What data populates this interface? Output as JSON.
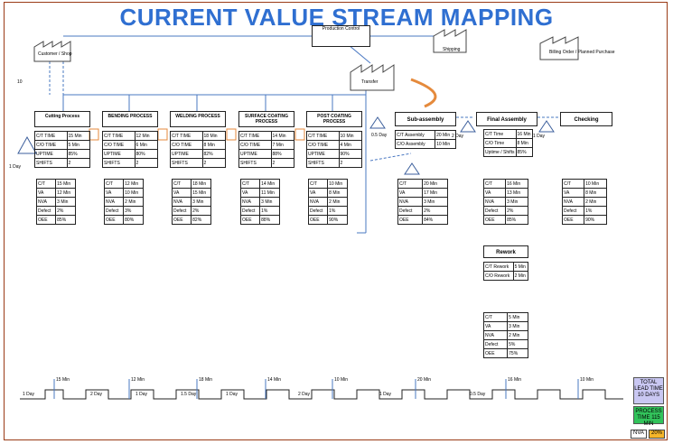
{
  "title": "CURRENT VALUE STREAM MAPPING",
  "production_control": "Production Control",
  "customer_box": "Customer / Shop",
  "supplier_box": "Shipping",
  "right_supplier": "Billing Order / Planned Purchase",
  "warehouse": "Transfer",
  "left_marker": "10",
  "processes": [
    {
      "name": "Cutting Process",
      "rows": [
        [
          "C/T TIME",
          "15 Min"
        ],
        [
          "C/O TIME",
          "5 Min"
        ],
        [
          "UPTIME",
          "85%"
        ],
        [
          "SHIFTS",
          "2"
        ]
      ],
      "metrics": [
        [
          "C/T",
          "15 Min"
        ],
        [
          "VA",
          "12 Min"
        ],
        [
          "NVA",
          "3 Min"
        ],
        [
          "Defect",
          "2%"
        ],
        [
          "OEE",
          "85%"
        ]
      ]
    },
    {
      "name": "BENDING PROCESS",
      "rows": [
        [
          "C/T TIME",
          "12 Min"
        ],
        [
          "C/O TIME",
          "6 Min"
        ],
        [
          "UPTIME",
          "80%"
        ],
        [
          "SHIFTS",
          "2"
        ]
      ],
      "metrics": [
        [
          "C/T",
          "12 Min"
        ],
        [
          "VA",
          "10 Min"
        ],
        [
          "NVA",
          "2 Min"
        ],
        [
          "Defect",
          "3%"
        ],
        [
          "OEE",
          "80%"
        ]
      ]
    },
    {
      "name": "WELDING PROCESS",
      "rows": [
        [
          "C/T TIME",
          "18 Min"
        ],
        [
          "C/O TIME",
          "8 Min"
        ],
        [
          "UPTIME",
          "82%"
        ],
        [
          "SHIFTS",
          "2"
        ]
      ],
      "metrics": [
        [
          "C/T",
          "18 Min"
        ],
        [
          "VA",
          "15 Min"
        ],
        [
          "NVA",
          "3 Min"
        ],
        [
          "Defect",
          "2%"
        ],
        [
          "OEE",
          "82%"
        ]
      ]
    },
    {
      "name": "SURFACE COATING PROCESS",
      "rows": [
        [
          "C/T TIME",
          "14 Min"
        ],
        [
          "C/O TIME",
          "7 Min"
        ],
        [
          "UPTIME",
          "88%"
        ],
        [
          "SHIFTS",
          "2"
        ]
      ],
      "metrics": [
        [
          "C/T",
          "14 Min"
        ],
        [
          "VA",
          "11 Min"
        ],
        [
          "NVA",
          "3 Min"
        ],
        [
          "Defect",
          "1%"
        ],
        [
          "OEE",
          "88%"
        ]
      ]
    },
    {
      "name": "POST COATING PROCESS",
      "rows": [
        [
          "C/T TIME",
          "10 Min"
        ],
        [
          "C/O TIME",
          "4 Min"
        ],
        [
          "UPTIME",
          "90%"
        ],
        [
          "SHIFTS",
          "2"
        ]
      ],
      "metrics": [
        [
          "C/T",
          "10 Min"
        ],
        [
          "VA",
          "8 Min"
        ],
        [
          "NVA",
          "2 Min"
        ],
        [
          "Defect",
          "1%"
        ],
        [
          "OEE",
          "90%"
        ]
      ]
    }
  ],
  "assembly": {
    "name": "Sub-assembly",
    "rows": [
      [
        "C/T Assembly",
        "20 Min"
      ],
      [
        "C/O Assembly",
        "10 Min"
      ]
    ],
    "metrics": [
      [
        "C/T",
        "20 Min"
      ],
      [
        "VA",
        "17 Min"
      ],
      [
        "NVA",
        "3 Min"
      ],
      [
        "Defect",
        "2%"
      ],
      [
        "OEE",
        "84%"
      ]
    ]
  },
  "final_assembly": {
    "name": "Final Assembly",
    "rows": [
      [
        "C/T Time",
        "16 Min"
      ],
      [
        "C/O Time",
        "8 Min"
      ],
      [
        "Uptime / Shifts",
        "85%"
      ]
    ],
    "metrics": [
      [
        "C/T",
        "16 Min"
      ],
      [
        "VA",
        "13 Min"
      ],
      [
        "NVA",
        "3 Min"
      ],
      [
        "Defect",
        "2%"
      ],
      [
        "OEE",
        "85%"
      ]
    ]
  },
  "checking": {
    "name": "Checking",
    "metrics": [
      [
        "C/T",
        "10 Min"
      ],
      [
        "VA",
        "8 Min"
      ],
      [
        "NVA",
        "2 Min"
      ],
      [
        "Defect",
        "1%"
      ],
      [
        "OEE",
        "90%"
      ]
    ]
  },
  "rework": {
    "name": "Rework",
    "rows": [
      [
        "C/T Rework",
        "5 Min"
      ],
      [
        "C/O Rework",
        "2 Min"
      ]
    ]
  },
  "rework_metrics": [
    [
      "C/T",
      "5 Min"
    ],
    [
      "VA",
      "3 Min"
    ],
    [
      "NVA",
      "2 Min"
    ],
    [
      "Defect",
      "5%"
    ],
    [
      "OEE",
      "75%"
    ]
  ],
  "inventory_labels": [
    "1 Day",
    "2 Day",
    "1 Day",
    "0.5 Day"
  ],
  "timeline_top": [
    "15 Min",
    "12 Min",
    "18 Min",
    "14 Min",
    "10 Min",
    "20 Min",
    "16 Min",
    "10 Min"
  ],
  "timeline_bottom": [
    "1 Day",
    "2 Day",
    "1 Day",
    "1.5 Day",
    "1 Day",
    "2 Day",
    "1 Day",
    "0.5 Day"
  ],
  "summary": {
    "lead": "TOTAL LEAD TIME 10 DAYS",
    "process": "PROCESS TIME 115 MIN"
  },
  "footer": {
    "label": "NVA",
    "value": "20%"
  },
  "colors": {
    "title": "#2f6fd1",
    "frame": "#9a3b16",
    "flow": "#4a78c2",
    "kaizen": "#e58a3c",
    "summary_blue": "#c9c7f2",
    "summary_green": "#32c35b",
    "footer_yellow": "#f5b52a"
  }
}
